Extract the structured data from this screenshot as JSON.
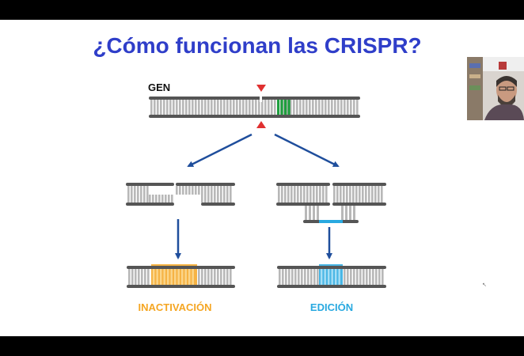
{
  "slide": {
    "title": "¿Cómo funcionan las CRISPR?",
    "gene_label": "GEN",
    "outcome_left": "INACTIVACIÓN",
    "outcome_right": "EDICIÓN"
  },
  "colors": {
    "title": "#2f3ec9",
    "strand": "#555555",
    "rung": "#b8b8b8",
    "cut_marker": "#e03030",
    "arrow": "#1f4e9c",
    "target_site": "#1e9e3e",
    "inactivation": "#f5a623",
    "edit": "#29a9e0"
  },
  "icons": {
    "cursor": "mouse-pointer-icon",
    "webcam": "presenter-webcam-icon"
  }
}
